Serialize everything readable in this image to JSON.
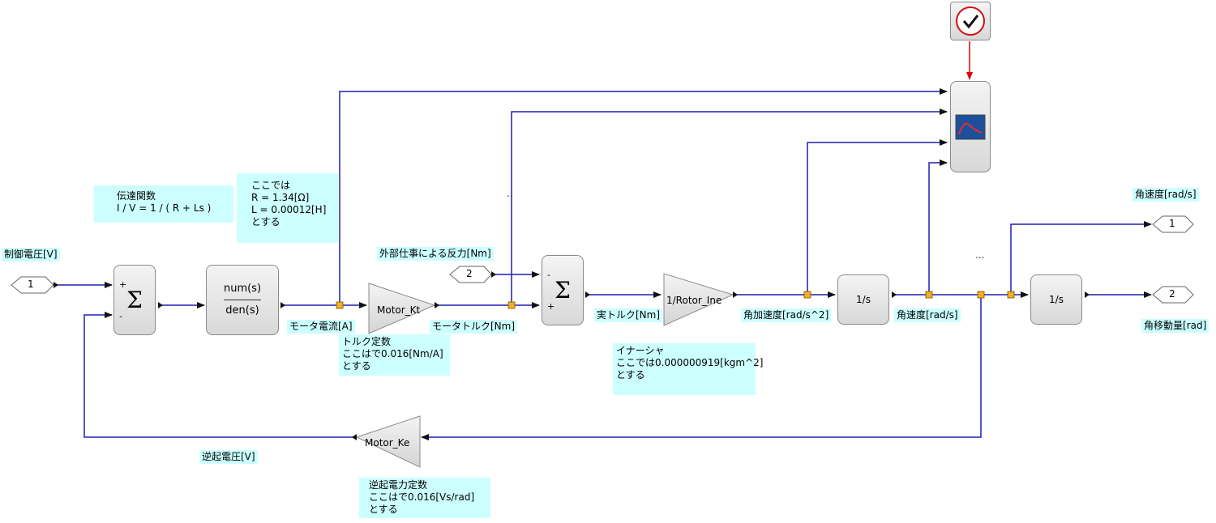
{
  "blocks": {
    "sum1_signs": [
      "+",
      "-"
    ],
    "sum_symbol": "Σ",
    "tf_num": "num(s)",
    "tf_den": "den(s)",
    "gain_kt": "Motor_Kt",
    "sum2_signs": [
      "-",
      "+"
    ],
    "gain_inertia": "1/Rotor_Ine",
    "integrator1": "1/s",
    "integrator2": "1/s",
    "gain_ke": "Motor_Ke"
  },
  "ports": {
    "in1": "1",
    "in2": "2",
    "out1": "1",
    "out2": "2"
  },
  "labels": {
    "control_voltage": "制御電圧[V]",
    "motor_current": "モータ電流[A]",
    "motor_torque": "モータトルク[Nm]",
    "external_reaction": "外部仕事による反力[Nm]",
    "actual_torque": "実トルク[Nm]",
    "angular_accel": "角加速度[rad/s^2]",
    "angular_velocity": "角速度[rad/s]",
    "angular_velocity_out": "角速度[rad/s]",
    "angular_displacement": "角移動量[rad]",
    "back_emf_voltage": "逆起電圧[V]",
    "dots1": "..",
    "dots2": "..."
  },
  "notes": {
    "transfer_function": "伝達関数\nI / V = 1 / ( R + Ls )",
    "parameters": "ここでは\nR = 1.34[Ω]\nL = 0.00012[H]\nとする",
    "torque_constant": "トルク定数\nここはで0.016[Nm/A]\nとする",
    "inertia": "イナーシャ\nここでは0.000000919[kgm^2]\nとする",
    "back_emf_constant": "逆起電力定数\nここはで0.016[Vs/rad]\nとする"
  },
  "colors": {
    "wire": "#1f1fb4",
    "event_wire": "#e00000",
    "note_bg": "#ccffff",
    "split_point": "#f0b020",
    "scope_screen": "#1e4f9c"
  },
  "icons": {
    "clock": "clock-check-icon",
    "scope": "scope-waveform-icon"
  }
}
